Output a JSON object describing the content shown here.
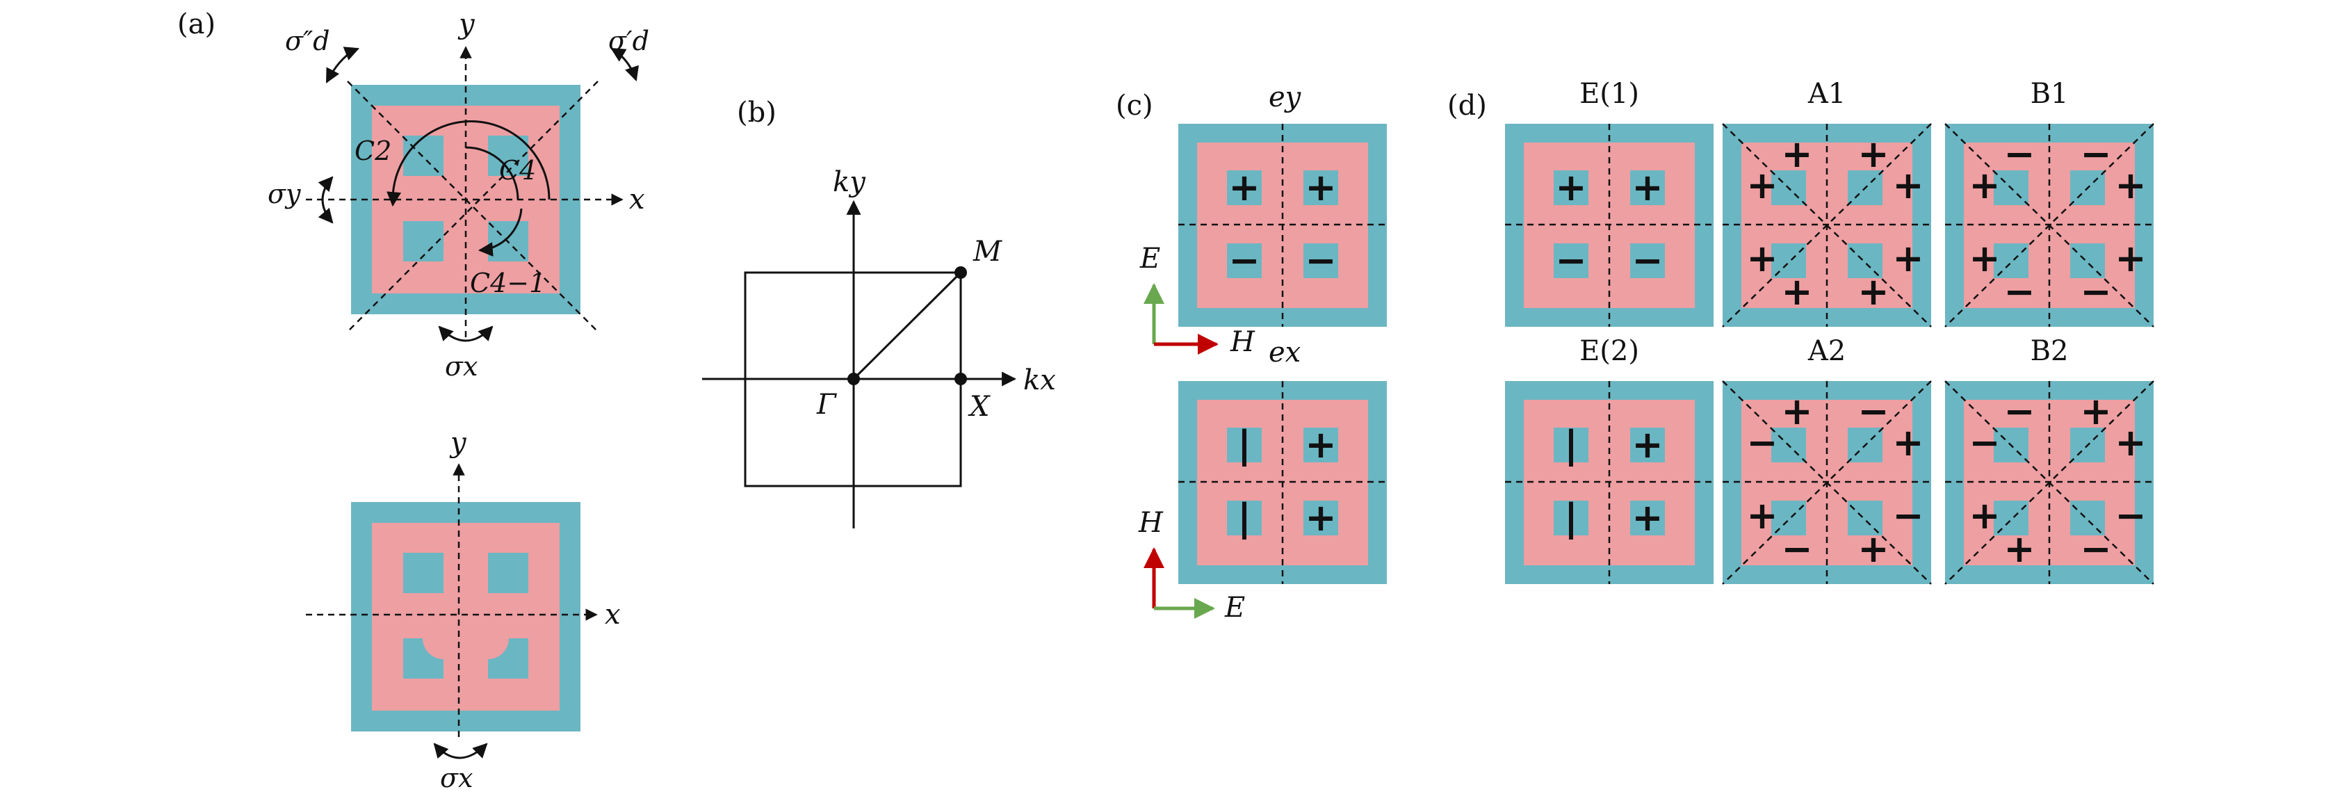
{
  "colors": {
    "frame": "#6bb6c3",
    "core": "#ee9fa2",
    "hole": "#6bb6c3",
    "arrow_red": "#c00000",
    "arrow_green": "#6aa84f",
    "ink": "#111111"
  },
  "panel_a": {
    "label": "(a)",
    "axis_x": "x",
    "axis_y": "y",
    "sigma_d2": "σ″d",
    "sigma_d1": "σ′d",
    "sigma_y": "σy",
    "sigma_x": "σx",
    "C2": "C2",
    "C4": "C4",
    "C4inv": "C4−1",
    "lower_axis_x": "x",
    "lower_axis_y": "y",
    "lower_sigma_x": "σx"
  },
  "panel_b": {
    "label": "(b)",
    "kx": "kx",
    "ky": "ky",
    "gamma": "Γ",
    "X": "X",
    "M": "M"
  },
  "panel_c": {
    "label": "(c)",
    "ey": "ey",
    "ex": "ex",
    "E_top": "E",
    "H_top": "H",
    "H_bottom": "H",
    "E_bottom": "E",
    "ey_signs": [
      "+",
      "+",
      "−",
      "−"
    ],
    "ex_signs": [
      "|",
      "+",
      "|",
      "+"
    ]
  },
  "panel_d": {
    "label": "(d)",
    "titles": [
      "E(1)",
      "A1",
      "B1",
      "E(2)",
      "A2",
      "B2"
    ],
    "E1_signs": [
      "+",
      "+",
      "−",
      "−"
    ],
    "E2_signs": [
      "|",
      "+",
      "|",
      "+"
    ],
    "A1_signs": [
      "+",
      "+",
      "+",
      "+",
      "+",
      "+",
      "+",
      "+"
    ],
    "B1_signs": [
      "−",
      "−",
      "+",
      "+",
      "+",
      "+",
      "−",
      "−"
    ],
    "A2_signs": [
      "+",
      "−",
      "−",
      "+",
      "+",
      "−",
      "−",
      "+"
    ],
    "B2_signs": [
      "−",
      "+",
      "−",
      "+",
      "+",
      "−",
      "+",
      "−"
    ]
  }
}
